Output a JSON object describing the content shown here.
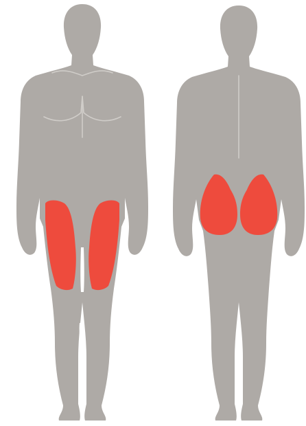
{
  "diagram": {
    "views": [
      {
        "view": "front",
        "highlighted_muscles": [
          "left-quadriceps",
          "right-quadriceps"
        ]
      },
      {
        "view": "back",
        "highlighted_muscles": [
          "left-gluteus",
          "right-gluteus"
        ]
      }
    ],
    "colors": {
      "background": "#ffffff",
      "body": "#aeaaa6",
      "body_line": "#d0cdc9",
      "highlight": "#ee4b3d"
    }
  }
}
